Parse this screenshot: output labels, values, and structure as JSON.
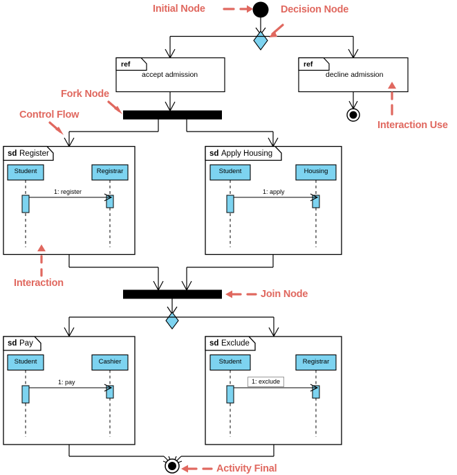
{
  "diagram": {
    "type": "UML Interaction Overview Diagram",
    "colors": {
      "annotation_red": "#e0685f",
      "lifeline_blue": "#7dd3f0",
      "node_black": "#000000",
      "stroke": "#000000",
      "background": "#ffffff"
    }
  },
  "annotations": [
    {
      "id": "initial-node",
      "label": "Initial Node"
    },
    {
      "id": "decision-node",
      "label": "Decision Node"
    },
    {
      "id": "fork-node",
      "label": "Fork Node"
    },
    {
      "id": "control-flow",
      "label": "Control Flow"
    },
    {
      "id": "interaction-use",
      "label": "Interaction Use"
    },
    {
      "id": "interaction",
      "label": "Interaction"
    },
    {
      "id": "join-node",
      "label": "Join Node"
    },
    {
      "id": "activity-final",
      "label": "Activity Final"
    }
  ],
  "interaction_uses": [
    {
      "keyword": "ref",
      "name": "accept admission"
    },
    {
      "keyword": "ref",
      "name": "decline admission"
    }
  ],
  "interactions": [
    {
      "keyword": "sd",
      "name": "Register",
      "lifelines": [
        "Student",
        "Registrar"
      ],
      "messages": [
        {
          "label": "1: register",
          "from": "Student",
          "to": "Registrar",
          "boxed": false
        }
      ]
    },
    {
      "keyword": "sd",
      "name": "Apply Housing",
      "lifelines": [
        "Student",
        "Housing"
      ],
      "messages": [
        {
          "label": "1: apply",
          "from": "Student",
          "to": "Housing",
          "boxed": false
        }
      ]
    },
    {
      "keyword": "sd",
      "name": "Pay",
      "lifelines": [
        "Student",
        "Cashier"
      ],
      "messages": [
        {
          "label": "1: pay",
          "from": "Student",
          "to": "Cashier",
          "boxed": false
        }
      ]
    },
    {
      "keyword": "sd",
      "name": "Exclude",
      "lifelines": [
        "Student",
        "Registrar"
      ],
      "messages": [
        {
          "label": "1: exclude",
          "from": "Student",
          "to": "Registrar",
          "boxed": true
        }
      ]
    }
  ]
}
